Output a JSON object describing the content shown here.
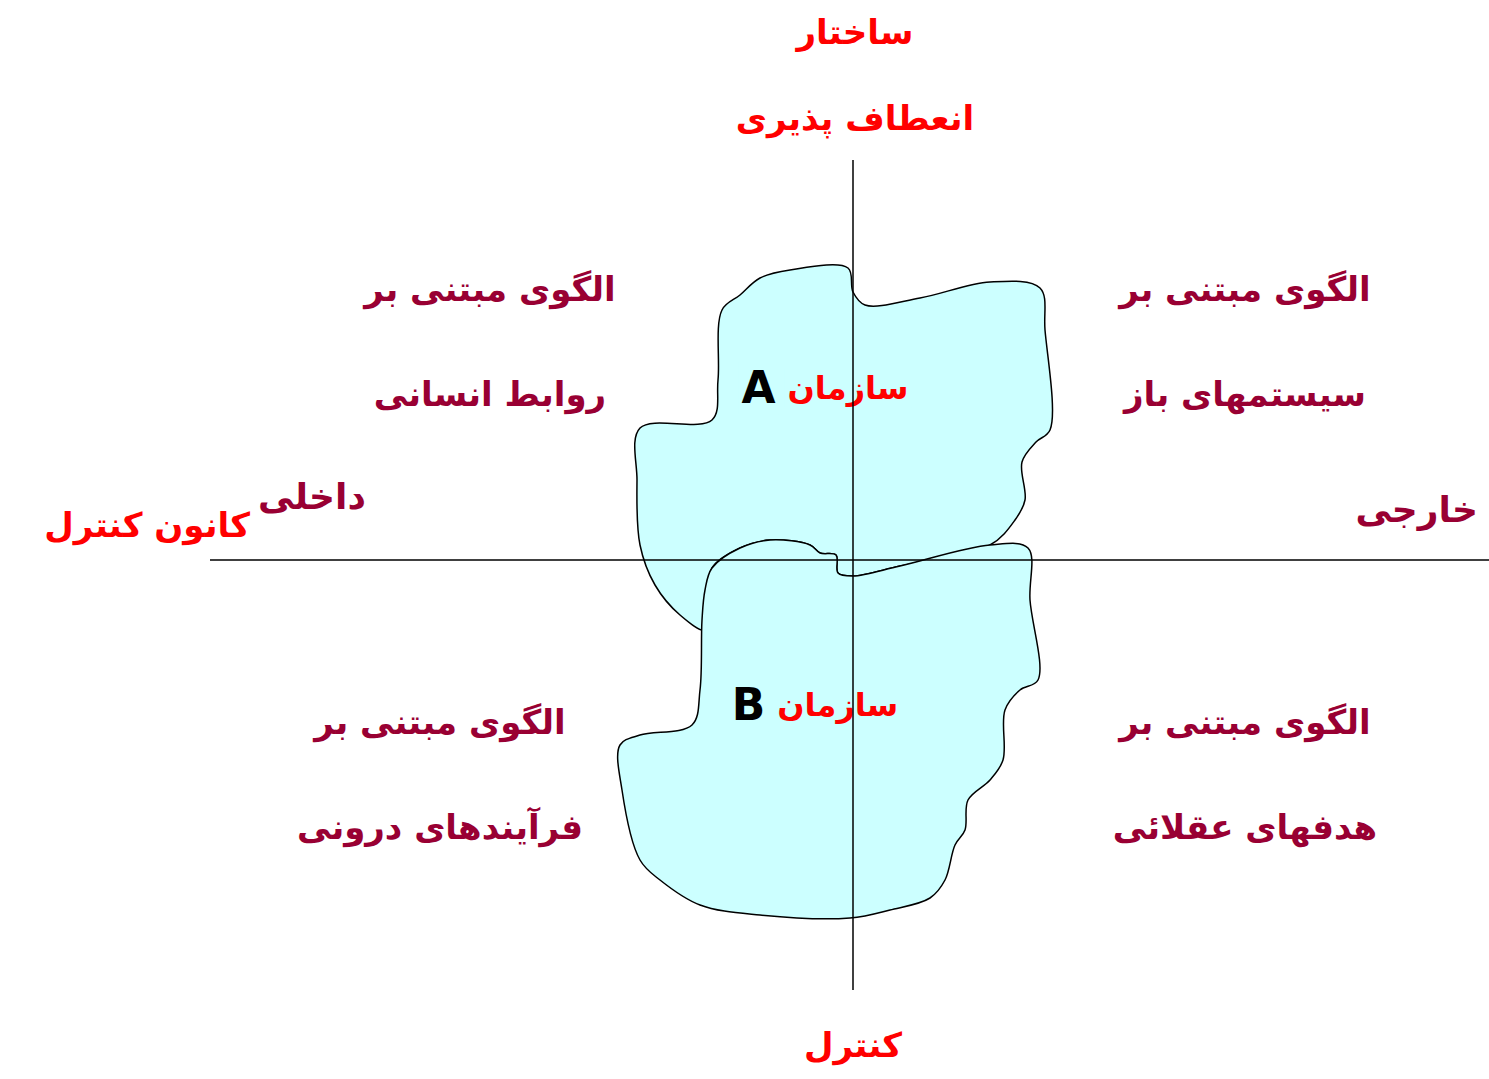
{
  "diagram": {
    "nodes": [
      {
        "text": [
          "سازمان",
          "A"
        ]
      },
      {
        "text": [
          "سازمان",
          "B"
        ]
      }
    ],
    "labels": [
      "ساختار",
      "انعطاف پذیری",
      "الگوی مبتنی بر روابط انسانی",
      "الگوی مبتنی بر سیستمهای باز",
      "داخلی",
      "کانون کنترل",
      "خارجی",
      "الگوی مبتنی بر فرآیندهای درونی",
      "الگوی مبتنی بر هدفهای عقلائی",
      "کنترل"
    ]
  }
}
